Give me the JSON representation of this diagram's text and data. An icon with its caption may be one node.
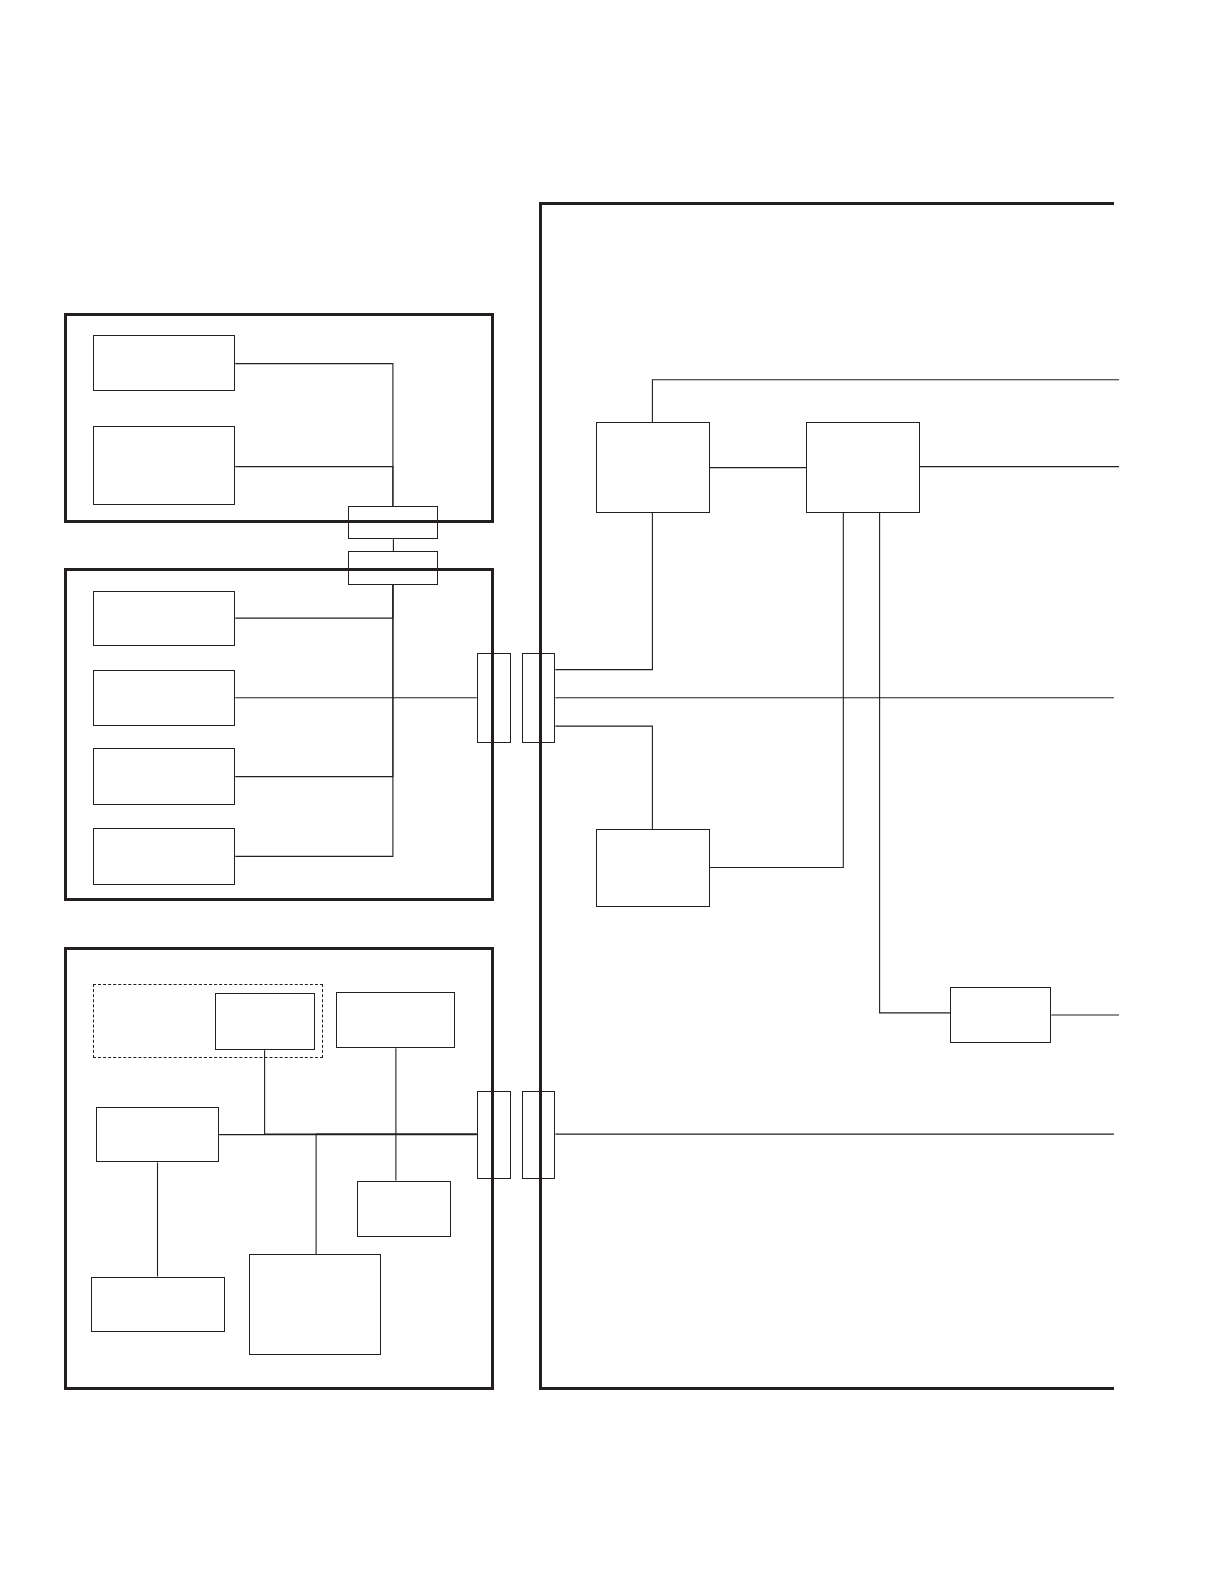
{
  "diagram": {
    "nodes": [
      {
        "text": [],
        "shape": "box"
      },
      {
        "text": [],
        "shape": "box"
      },
      {
        "text": [],
        "shape": "box",
        "in": 1
      },
      {
        "text": [],
        "shape": "box",
        "in": 1
      },
      {
        "text": [],
        "shape": "box"
      },
      {
        "text": [],
        "shape": "box"
      },
      {
        "text": [],
        "shape": "box"
      },
      {
        "text": [],
        "shape": "box",
        "in": 6
      },
      {
        "text": [],
        "shape": "box",
        "in": 6
      },
      {
        "text": [],
        "shape": "box",
        "in": 6
      },
      {
        "text": [],
        "shape": "box",
        "in": 6
      },
      {
        "text": [],
        "shape": "box"
      },
      {
        "text": [],
        "shape": "box"
      },
      {
        "text": [],
        "shape": "box"
      },
      {
        "text": [],
        "shape": "box",
        "in": 13
      },
      {
        "text": [],
        "shape": "box",
        "in": 14
      },
      {
        "text": [],
        "shape": "box",
        "in": 13
      },
      {
        "text": [],
        "shape": "box",
        "in": 13
      },
      {
        "text": [],
        "shape": "box",
        "in": 13
      },
      {
        "text": [],
        "shape": "box",
        "in": 13
      },
      {
        "text": [],
        "shape": "box",
        "in": 13
      },
      {
        "text": [],
        "shape": "box"
      },
      {
        "text": [],
        "shape": "box"
      },
      {
        "text": [],
        "shape": "box",
        "in": 0
      },
      {
        "text": [],
        "shape": "box",
        "in": 0
      },
      {
        "text": [],
        "shape": "box",
        "in": 0
      },
      {
        "text": [],
        "shape": "box",
        "in": 0
      }
    ],
    "edges": [
      {
        "from": 2,
        "to": 4,
        "arrow": "none"
      },
      {
        "from": 3,
        "to": 4,
        "arrow": "none"
      },
      {
        "from": 4,
        "to": 5,
        "arrow": "none"
      },
      {
        "from": 7,
        "to": 5,
        "arrow": "none"
      },
      {
        "from": 9,
        "to": 5,
        "arrow": "none"
      },
      {
        "from": 10,
        "to": 5,
        "arrow": "none"
      },
      {
        "from": 8,
        "to": 11,
        "arrow": "none"
      },
      {
        "from": 12,
        "to": 23,
        "arrow": "none"
      },
      {
        "from": 12,
        "to": 0,
        "arrow": "none"
      },
      {
        "from": 12,
        "to": 25,
        "arrow": "none"
      },
      {
        "from": 23,
        "to": 24,
        "arrow": "none"
      },
      {
        "from": 23,
        "to": null,
        "arrow": "none"
      },
      {
        "from": 24,
        "to": null,
        "arrow": "none"
      },
      {
        "from": 24,
        "to": 25,
        "arrow": "none"
      },
      {
        "from": 24,
        "to": 26,
        "arrow": "none"
      },
      {
        "from": 26,
        "to": null,
        "arrow": "none"
      },
      {
        "from": 17,
        "to": 21,
        "arrow": "none"
      },
      {
        "from": 15,
        "to": 21,
        "arrow": "none"
      },
      {
        "from": 20,
        "to": 21,
        "arrow": "none"
      },
      {
        "from": 16,
        "to": 18,
        "arrow": "none"
      },
      {
        "from": 17,
        "to": 19,
        "arrow": "none"
      },
      {
        "from": 22,
        "to": 0,
        "arrow": "none"
      }
    ]
  }
}
